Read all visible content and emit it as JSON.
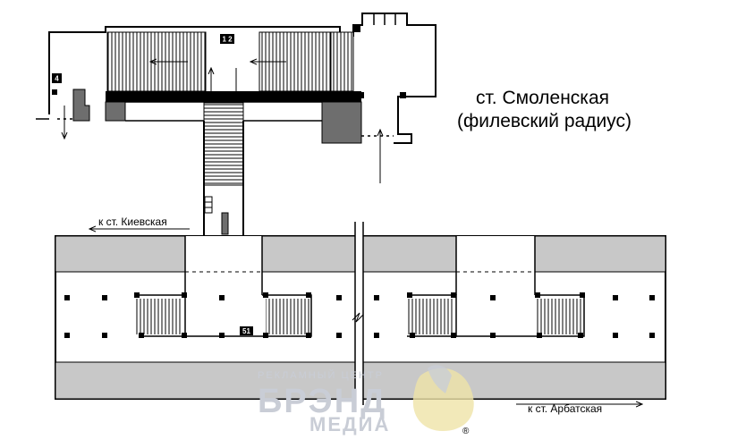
{
  "map": {
    "title_line1": "ст. Смоленская",
    "title_line2": "(филевский радиус)",
    "label_kievskaya": "к ст. Киевская",
    "label_arbatskaya": "к ст. Арбатская",
    "exit_badge_top": "1 2",
    "exit_badge_left": "4",
    "car_badge": "51",
    "colors": {
      "line": "#000000",
      "platform_fill": "#c8c8c8",
      "dark_fill": "#6e6e6e",
      "badge_fill": "#000000"
    }
  },
  "watermark": {
    "line1": "РЕКЛАМНЫЙ ЦЕНТР",
    "line2": "БРЭНД",
    "line3": "МЕДИА",
    "registered": "®"
  }
}
